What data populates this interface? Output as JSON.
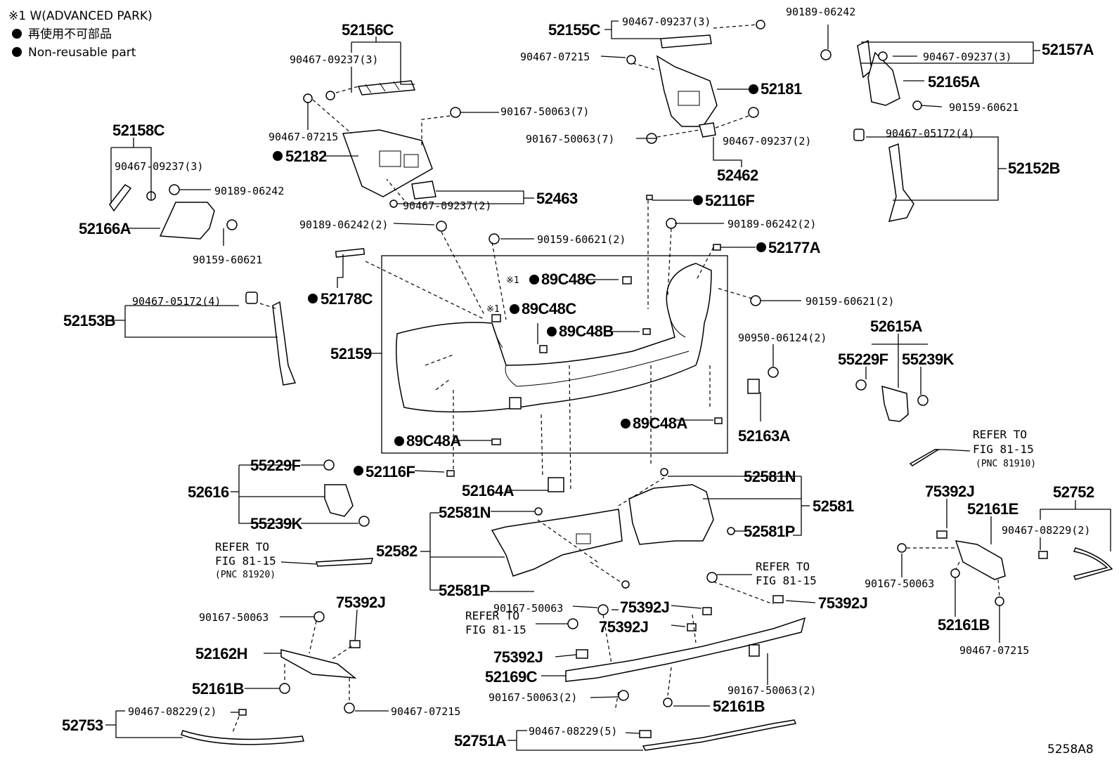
{
  "legend": {
    "note": "※1 W(ADVANCED PARK)",
    "jp": "再使用不可部品",
    "en": "Non-reusable part"
  },
  "code": "5258A8",
  "labels": {
    "p52156C": "52156C",
    "p52155C": "52155C",
    "p52157A": "52157A",
    "p52158C": "52158C",
    "p52181": "52181",
    "p52182": "52182",
    "p52165A": "52165A",
    "p52166A": "52166A",
    "p52152B": "52152B",
    "p52462": "52462",
    "p52463": "52463",
    "p52116F_top": "52116F",
    "p52177A": "52177A",
    "p52178C": "52178C",
    "p52153B": "52153B",
    "p52159": "52159",
    "p89C48C_1": "89C48C",
    "p89C48C_2": "89C48C",
    "p89C48B": "89C48B",
    "p89C48A_left": "89C48A",
    "p89C48A_right": "89C48A",
    "p52163A": "52163A",
    "p52615A": "52615A",
    "p55229F_r": "55229F",
    "p55239K_r": "55239K",
    "p52616": "52616",
    "p55229F_l": "55229F",
    "p55239K_l": "55239K",
    "p52116F_mid": "52116F",
    "p52164A": "52164A",
    "p52581N_r": "52581N",
    "p52581": "52581",
    "p52581P_r": "52581P",
    "p52581N_l": "52581N",
    "p52582": "52582",
    "p52581P_l": "52581P",
    "p75392J_a": "75392J",
    "p52161E": "52161E",
    "p52752": "52752",
    "p52161B_r": "52161B",
    "p75392J_b": "75392J",
    "p52162H": "52162H",
    "p52161B_l": "52161B",
    "p52753": "52753",
    "p75392J_c": "75392J",
    "p75392J_d": "75392J",
    "p75392J_e": "75392J",
    "p75392J_f": "75392J",
    "p52169C": "52169C",
    "p52161B_m": "52161B",
    "p52751A": "52751A"
  },
  "fasteners": {
    "f1": "90467-09237(3)",
    "f2": "90467-09237(3)",
    "f3": "90189-06242",
    "f4": "90467-09237(3)",
    "f5": "90467-07215",
    "f6": "90167-50063(7)",
    "f7": "90467-07215",
    "f8": "90167-50063(7)",
    "f9": "90467-09237(2)",
    "f10": "90159-60621",
    "f11": "90467-05172(4)",
    "f12": "90467-09237(3)",
    "f13": "90189-06242",
    "f14": "90467-09237(2)",
    "f15": "90159-60621",
    "f16": "90189-06242(2)",
    "f17": "90159-60621(2)",
    "f18": "90189-06242(2)",
    "f19": "90467-05172(4)",
    "f20": "90159-60621(2)",
    "f21": "90950-06124(2)",
    "f22": "90167-50063",
    "f23": "90467-08229(2)",
    "f24": "90467-07215",
    "f25": "90167-50063",
    "f26": "90467-07215",
    "f27": "90467-08229(2)",
    "f28": "90167-50063",
    "f29": "90167-50063(2)",
    "f30": "90167-50063(2)",
    "f31": "90467-08229(5)"
  },
  "refers": {
    "r1": [
      "REFER TO",
      "FIG 81-15",
      "(PNC 81910)"
    ],
    "r2": [
      "REFER TO",
      "FIG 81-15",
      "(PNC 81920)"
    ],
    "r3": [
      "REFER TO",
      "FIG 81-15"
    ],
    "r4": [
      "REFER TO",
      "FIG 81-15"
    ]
  },
  "marks": {
    "x1": "※1",
    "x2": "※1"
  }
}
